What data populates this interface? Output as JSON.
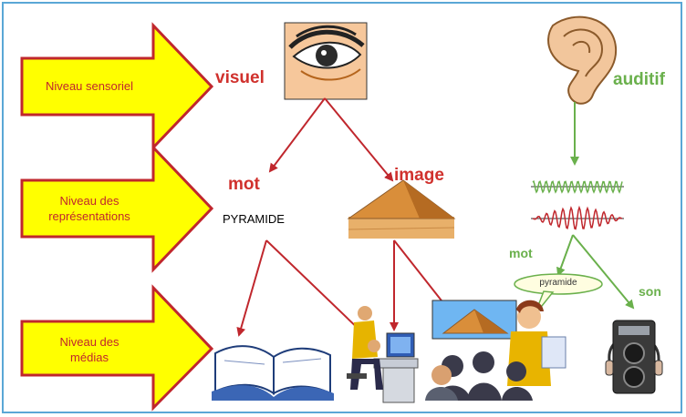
{
  "levels": {
    "sensoriel": "Niveau sensoriel",
    "representations_line1": "Niveau des",
    "representations_line2": "représentations",
    "medias_line1": "Niveau des",
    "medias_line2": "médias"
  },
  "labels": {
    "visuel": "visuel",
    "auditif": "auditif",
    "mot_red": "mot",
    "image": "image",
    "pyramide_word": "PYRAMIDE",
    "mot_green": "mot",
    "son": "son",
    "pyramide_bubble": "pyramide"
  },
  "colors": {
    "arrow_fill": "#ffff00",
    "arrow_stroke": "#c0272d",
    "red_link": "#c0272d",
    "green_link": "#6ab04c",
    "frame": "#5aa7d6"
  },
  "icons": [
    "eye-icon",
    "ear-icon",
    "pyramid-image",
    "waveform-icon",
    "book-icon",
    "computer-user-icon",
    "presenter-audience-icon",
    "speaker-icon"
  ]
}
